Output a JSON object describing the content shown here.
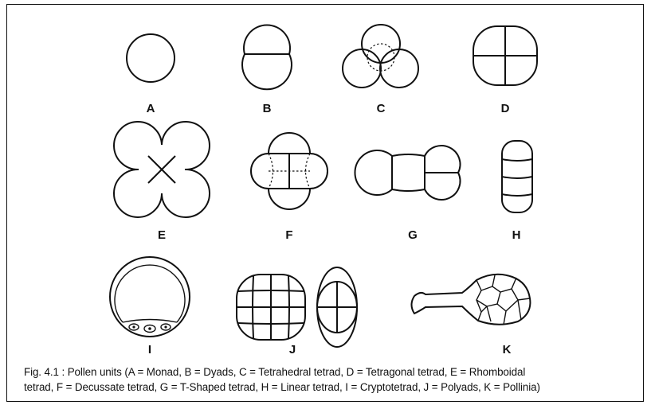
{
  "figure": {
    "labels": {
      "A": "A",
      "B": "B",
      "C": "C",
      "D": "D",
      "E": "E",
      "F": "F",
      "G": "G",
      "H": "H",
      "I": "I",
      "J": "J",
      "K": "K"
    },
    "caption_line1": "Fig. 4.1 : Pollen units (A = Monad, B = Dyads, C = Tetrahedral tetrad, D = Tetragonal tetrad, E = Rhomboidal",
    "caption_line2": "tetrad, F = Decussate tetrad, G = T-Shaped tetrad, H = Linear tetrad, I = Cryptotetrad, J = Polyads, K = Pollinia)"
  }
}
